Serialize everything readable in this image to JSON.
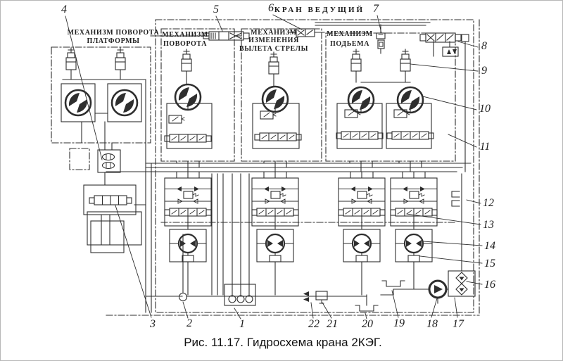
{
  "window": {
    "background": "#ffffff",
    "frame_color": "#b7b7b7",
    "ink_color": "#2e2e2e"
  },
  "diagram": {
    "top_label": "КРАН  ВЕДУЩИЙ",
    "caption": "Рис. 11.17. Гидросхема крана 2КЭГ.",
    "sections": [
      {
        "name": "platform-rotation",
        "line1": "МЕХАНИЗМ ПОВОРОТА",
        "line2": "ПЛАТФОРМЫ"
      },
      {
        "name": "slew",
        "line1": "МЕХАНИЗМ",
        "line2": "ПОВОРОТА"
      },
      {
        "name": "boom-reach",
        "line1": "МЕХАНИЗМ",
        "line2": "ИЗМЕНЕНИЯ",
        "line3": "ВЫЛЕТА  СТРЕЛЫ"
      },
      {
        "name": "hoist",
        "line1": "МЕХАНИЗМ",
        "line2": "ПОДЬЕМА"
      }
    ],
    "callouts": {
      "c1": "1",
      "c2": "2",
      "c3": "3",
      "c4": "4",
      "c5": "5",
      "c6": "6",
      "c7": "7",
      "c8": "8",
      "c9": "9",
      "c10": "10",
      "c11": "11",
      "c12": "12",
      "c13": "13",
      "c14": "14",
      "c15": "15",
      "c16": "16",
      "c17": "17",
      "c18": "18",
      "c19": "19",
      "c20": "20",
      "c21": "21",
      "c22": "22"
    }
  }
}
